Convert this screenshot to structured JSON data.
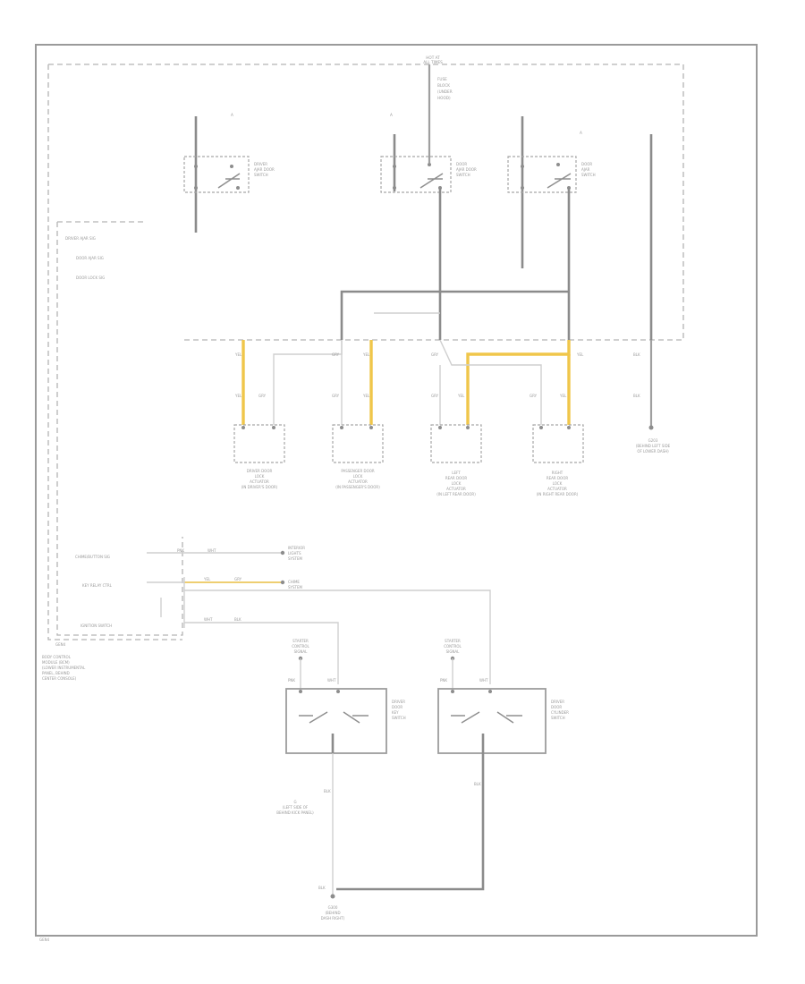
{
  "diagram": {
    "background": "#ffffff",
    "colors": {
      "frame": "#9a9a9a",
      "wire": "#9f9f9f",
      "highlight_wire": "#f0c64a"
    },
    "bcm_labels": [
      "BODY CONTROL",
      "MODULE (BCM)",
      "(LOWER INSTRUMENTAL",
      "PANEL, BEHIND",
      "CENTER CONSOLE)"
    ],
    "fuse_label": [
      "HOT AT",
      "ALL TIMES"
    ],
    "fuse_sub": [
      "FUSE",
      "BLOCK",
      "(UNDER",
      "HOOD)"
    ],
    "left_signals": [
      "DRIVER AJAR SIG",
      "DOOR AJAR SIG",
      "DOOR LOCK SIG"
    ],
    "lower_signals": [
      "CHIME/BUTTON SIG",
      "KEY RELAY CTRL",
      "IGNITION SWITCH"
    ],
    "door_switches": [
      {
        "lines": [
          "DRIVER",
          "AJAR DOOR",
          "SWITCH"
        ]
      },
      {
        "lines": [
          "DOOR",
          "AJAR DOOR",
          "SWITCH"
        ]
      },
      {
        "lines": [
          "DOOR",
          "AJAR",
          "SWITCH"
        ]
      }
    ],
    "lock_actuators": [
      {
        "lines": [
          "DRIVER DOOR",
          "LOCK",
          "ACTUATOR",
          "(IN DRIVER'S DOOR)"
        ]
      },
      {
        "lines": [
          "PASSENGER DOOR",
          "LOCK",
          "ACTUATOR",
          "(IN PASSENGER'S DOOR)"
        ]
      },
      {
        "lines": [
          "LEFT",
          "REAR DOOR",
          "LOCK",
          "ACTUATOR",
          "(IN LEFT REAR DOOR)"
        ]
      },
      {
        "lines": [
          "RIGHT",
          "REAR DOOR",
          "LOCK",
          "ACTUATOR",
          "(IN RIGHT REAR DOOR)"
        ]
      }
    ],
    "g_label": [
      "G203",
      "(BEHIND LEFT SIDE",
      "OF LOWER DASH)"
    ],
    "lower_right_labels": [
      "INTERIOR",
      "LIGHTS",
      "SYSTEM"
    ],
    "key_label": [
      "CHIME",
      "SYSTEM"
    ],
    "power_labels": [
      [
        "STARTER",
        "CONTROL",
        "SIGNAL"
      ],
      [
        "STARTER",
        "CONTROL",
        "SIGNAL"
      ]
    ],
    "lower_switches": [
      {
        "lines": [
          "DRIVER",
          "DOOR",
          "KEY",
          "SWITCH"
        ]
      },
      {
        "lines": [
          "DRIVER",
          "DOOR",
          "CYLINDER",
          "SWITCH"
        ]
      }
    ],
    "lower_ground_labels": [
      "G",
      "(LEFT SIDE OF",
      "BEHIND KICK PANEL)"
    ],
    "bottom_ground": [
      "G300",
      "(BEHIND",
      "DASH RIGHT)"
    ],
    "wire_codes": [
      "YEL",
      "GRY",
      "YEL",
      "GRY",
      "GRY",
      "BLK",
      "YEL",
      "GRY",
      "YEL",
      "BLK",
      "GRY",
      "PNK",
      "WHT",
      "BLK"
    ],
    "corner_tag": "GEN4"
  }
}
